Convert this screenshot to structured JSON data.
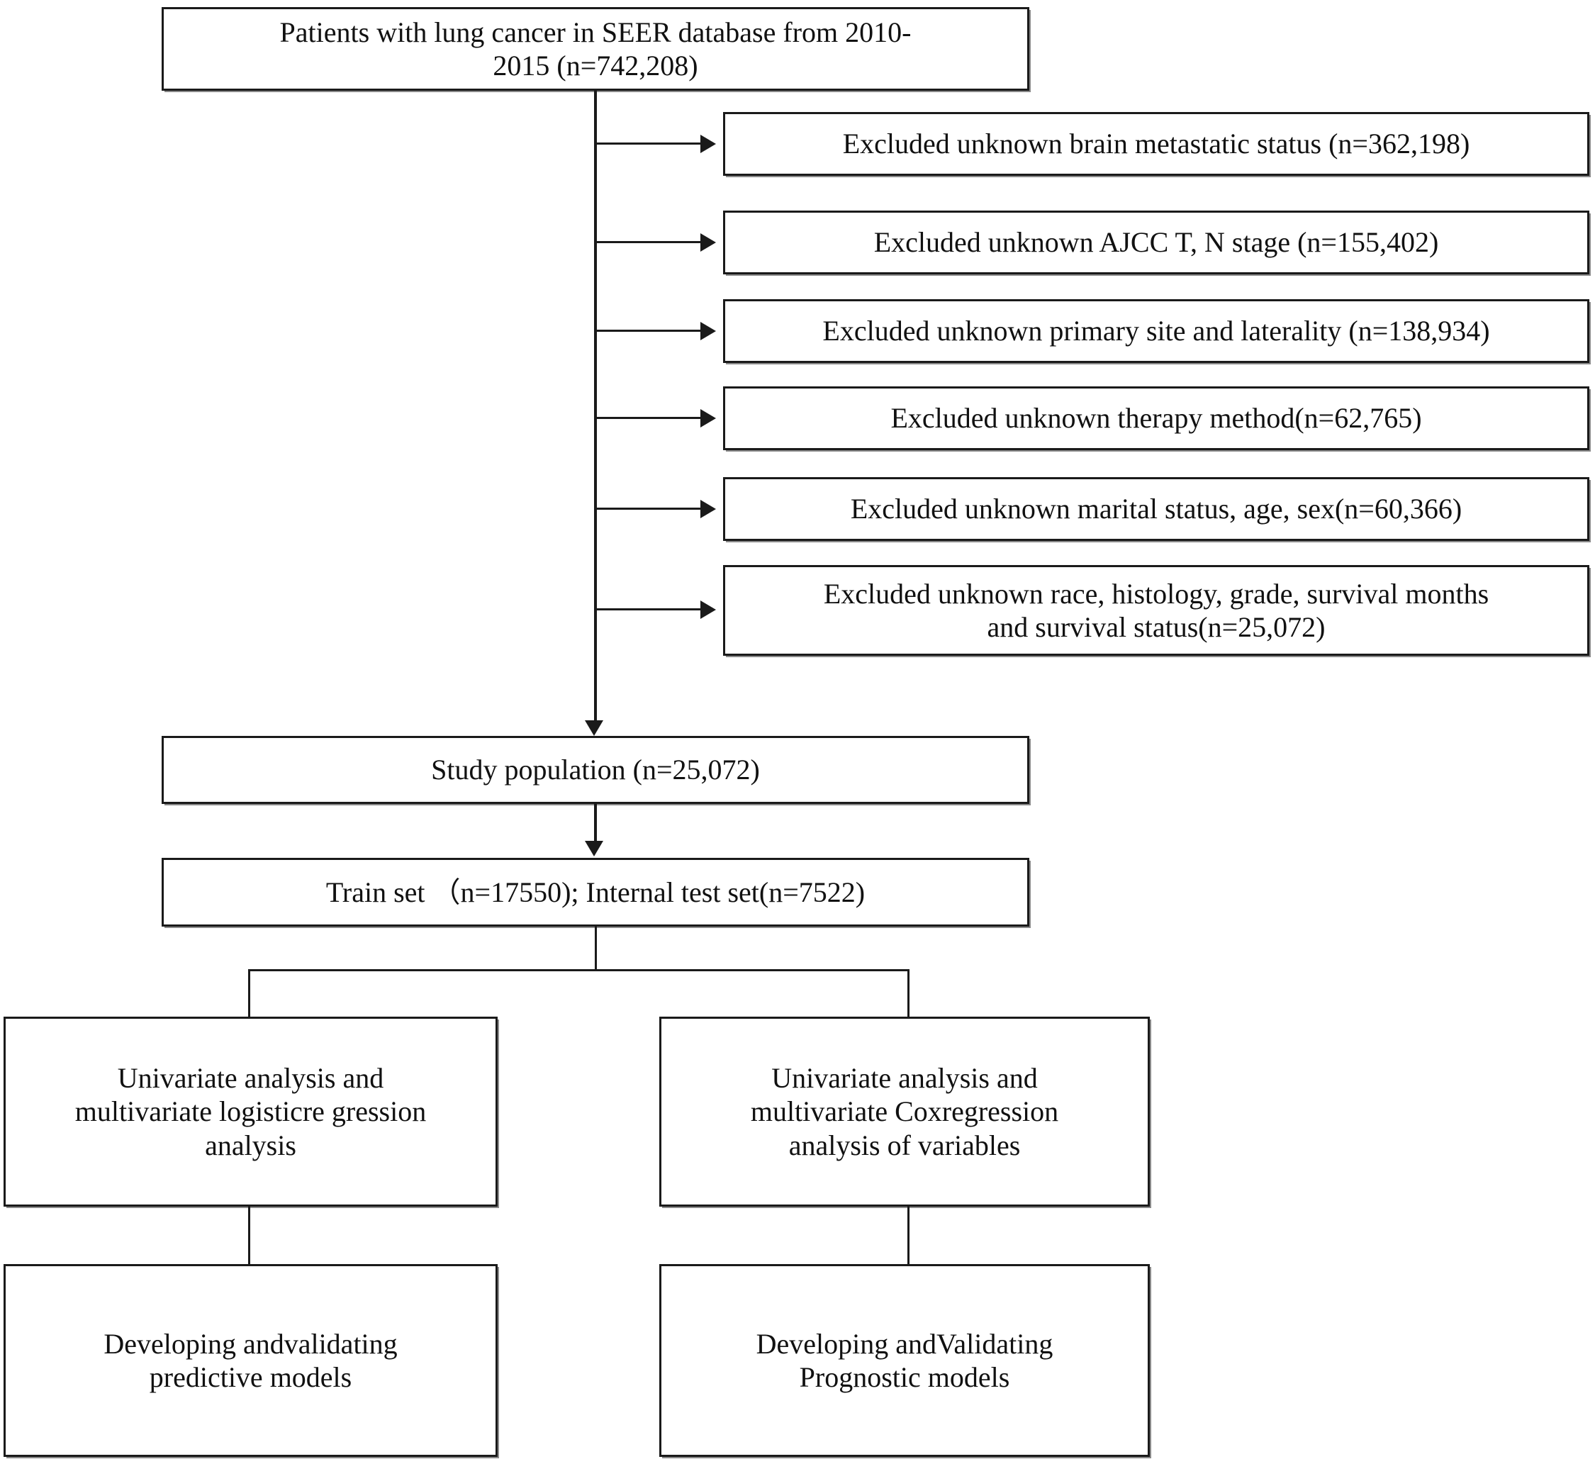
{
  "figure": {
    "type": "flowchart",
    "title": "Patient selection and study design flow diagram"
  },
  "source_box": {
    "line1": "Patients with lung cancer in SEER database from 2010-",
    "line2": "2015 (n=742,208)"
  },
  "exclusions": [
    {
      "line1": "Excluded unknown brain metastatic status (n=362,198)",
      "line2": ""
    },
    {
      "line1": "Excluded unknown AJCC T, N stage (n=155,402)",
      "line2": ""
    },
    {
      "line1": "Excluded unknown primary site and laterality (n=138,934)",
      "line2": ""
    },
    {
      "line1": "Excluded unknown therapy method(n=62,765)",
      "line2": ""
    },
    {
      "line1": "Excluded unknown marital status, age, sex(n=60,366)",
      "line2": ""
    },
    {
      "line1": "Excluded unknown race, histology, grade, survival months",
      "line2": "and survival status(n=25,072)"
    }
  ],
  "study_population": {
    "label": "Study population (n=25,072)"
  },
  "split_box": {
    "label": "Train set （n=17550); Internal test set(n=7522)"
  },
  "branches": {
    "left": {
      "analysis": {
        "line1": "Univariate analysis and",
        "line2": "multivariate logisticre gression",
        "line3": "analysis"
      },
      "outcome": {
        "line1": "Developing andvalidating",
        "line2": "predictive models"
      }
    },
    "right": {
      "analysis": {
        "line1": "Univariate analysis and",
        "line2": "multivariate Coxregression",
        "line3": "analysis of variables"
      },
      "outcome": {
        "line1": "Developing andValidating",
        "line2": "Prognostic models"
      }
    }
  },
  "colors": {
    "stroke": "#1a1a1a",
    "background": "#ffffff",
    "text": "#111111"
  }
}
